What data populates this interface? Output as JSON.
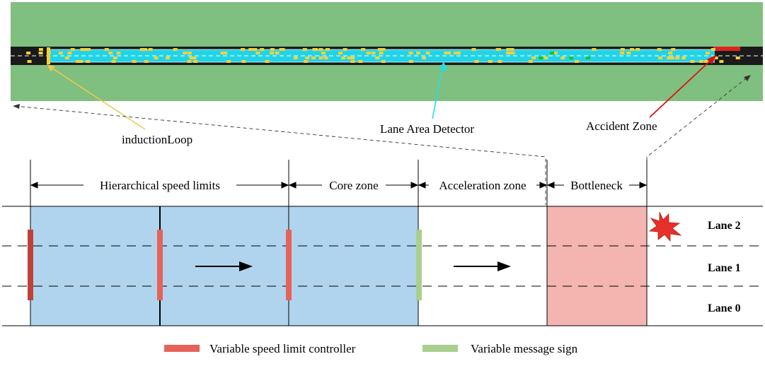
{
  "top_view": {
    "colors": {
      "grass": "#7fbf7f",
      "road": "#1a1a1a",
      "detector": "#22d3e6",
      "accident": "#e0221e",
      "vehicle": "#f2d23c",
      "flagged_vehicle": "#1ec21e"
    },
    "labels": {
      "induction_loop": "inductionLoop",
      "lane_area_detector": "Lane Area Detector",
      "accident_zone": "Accident Zone"
    },
    "arrow_colors": {
      "induction_loop": "#f0c850",
      "lane_area_detector": "#22e0ea",
      "accident_zone": "#e01010"
    }
  },
  "zones": {
    "hierarchical": "Hierarchical speed limits",
    "core": "Core zone",
    "acceleration": "Acceleration zone",
    "bottleneck": "Bottleneck"
  },
  "zone_colors": {
    "blue": "#b0d4ee",
    "bottleneck": "#f4b5b0",
    "accident_burst": "#e8302a"
  },
  "lanes": [
    "Lane 2",
    "Lane 1",
    "Lane 0"
  ],
  "legend": {
    "vsl": {
      "label": "Variable speed limit controller",
      "color": "#e8625a"
    },
    "vms": {
      "label": "Variable message sign",
      "color": "#a9cf8f"
    }
  },
  "controller_colors": [
    "#c0403a",
    "#e8625a",
    "#e8625a"
  ]
}
